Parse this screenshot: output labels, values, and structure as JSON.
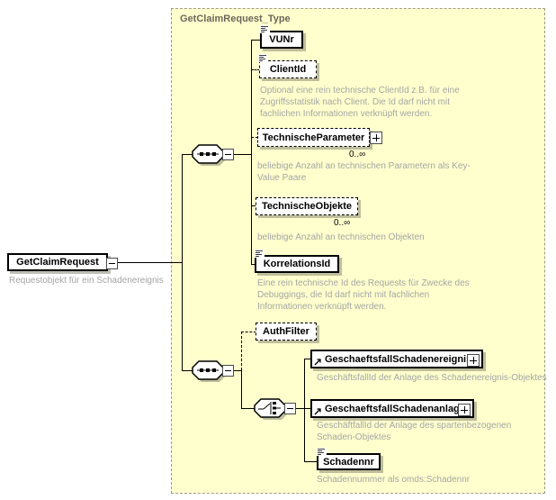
{
  "container": {
    "title": "GetClaimRequest_Type"
  },
  "root": {
    "name": "GetClaimRequest",
    "annotation": "Requestobjekt für ein Schadenereignis"
  },
  "occurrence_label": "0..∞",
  "seq1": {
    "children": {
      "vunr": {
        "name": "VUNr"
      },
      "clientid": {
        "name": "ClientId",
        "annotation": "Optional eine rein technische ClientId z.B. für eine Zugriffsstatistik nach Client. Die Id darf nicht mit fachlichen Informationen verknüpft werden."
      },
      "technischeparameter": {
        "name": "TechnischeParameter",
        "occurrence": "0..∞",
        "annotation": "beliebige Anzahl an technischen Parametern als Key-Value Paare"
      },
      "technischeobjekte": {
        "name": "TechnischeObjekte",
        "occurrence": "0..∞",
        "annotation": "beliebige Anzahl an technischen Objekten"
      },
      "korrelationsid": {
        "name": "KorrelationsId",
        "annotation": "Eine rein technische Id des Requests für Zwecke des Debuggings, die Id darf nicht mit fachlichen Informationen verknüpft werden."
      }
    }
  },
  "seq2": {
    "children": {
      "authfilter": {
        "name": "AuthFilter"
      },
      "choice": {
        "children": {
          "gse": {
            "name": "GeschaeftsfallSchadenereignis",
            "annotation": "GeschäftsfallId der Anlage des Schadenereignis-Objektes"
          },
          "gsa": {
            "name": "GeschaeftsfallSchadenanlage",
            "annotation": "GeschäftfallId der Anlage des spartenbezogenen Schaden-Objektes"
          },
          "schadennr": {
            "name": "Schadennr",
            "annotation": "Schadennummer als omds:Schadennr"
          }
        }
      }
    }
  },
  "icons": {
    "collapse": "minus-box",
    "expand": "plus-box",
    "sequence": "sequence-compositor",
    "choice": "choice-compositor",
    "text_content": "text-lines",
    "reference": "arrow-up-right"
  },
  "colors": {
    "container_fill": "#FFFFCD",
    "container_border": "#9B9B8D",
    "container_title": "#6B675C",
    "element_border": "#000000",
    "element_fill": "#FFFFFF",
    "annotation_text": "#A5A5A5",
    "shadow": "#B5B5A5"
  }
}
